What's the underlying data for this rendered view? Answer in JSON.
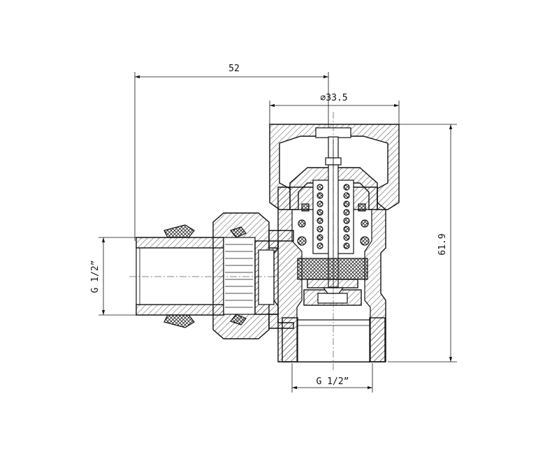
{
  "dimensions": {
    "overall_width": "52",
    "cap_diameter": "⌀33.5",
    "overall_height": "61.9",
    "inlet_thread": "G 1/2”",
    "outlet_thread": "G 1/2”"
  }
}
